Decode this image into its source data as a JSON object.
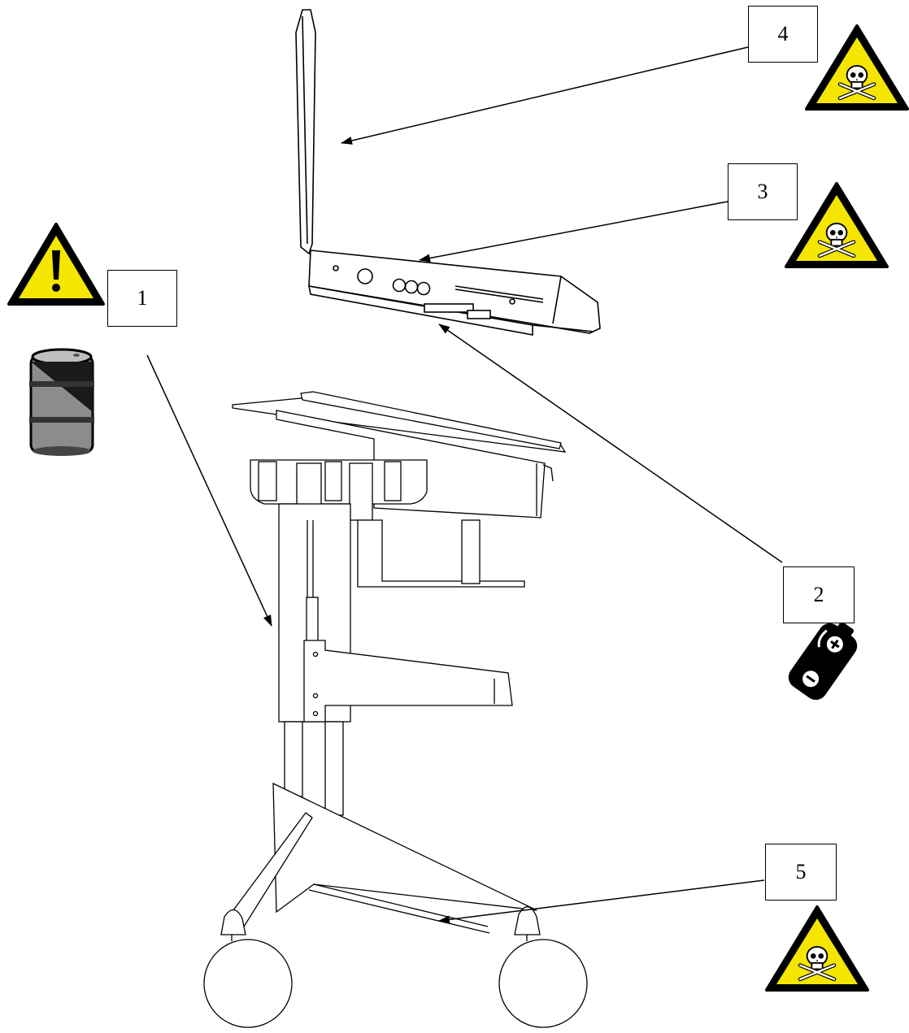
{
  "callouts": [
    {
      "id": "1",
      "label": "1",
      "icons": [
        "warning-icon",
        "oil-barrel-icon"
      ]
    },
    {
      "id": "2",
      "label": "2",
      "icons": [
        "battery-icon"
      ]
    },
    {
      "id": "3",
      "label": "3",
      "icons": [
        "toxic-skull-icon"
      ]
    },
    {
      "id": "4",
      "label": "4",
      "icons": [
        "toxic-skull-icon"
      ]
    },
    {
      "id": "5",
      "label": "5",
      "icons": [
        "toxic-skull-icon"
      ]
    }
  ],
  "colors": {
    "hazard_yellow": "#f4e600",
    "outline": "#000000",
    "barrel_gray": "#8c8c8c",
    "background": "#ffffff"
  }
}
